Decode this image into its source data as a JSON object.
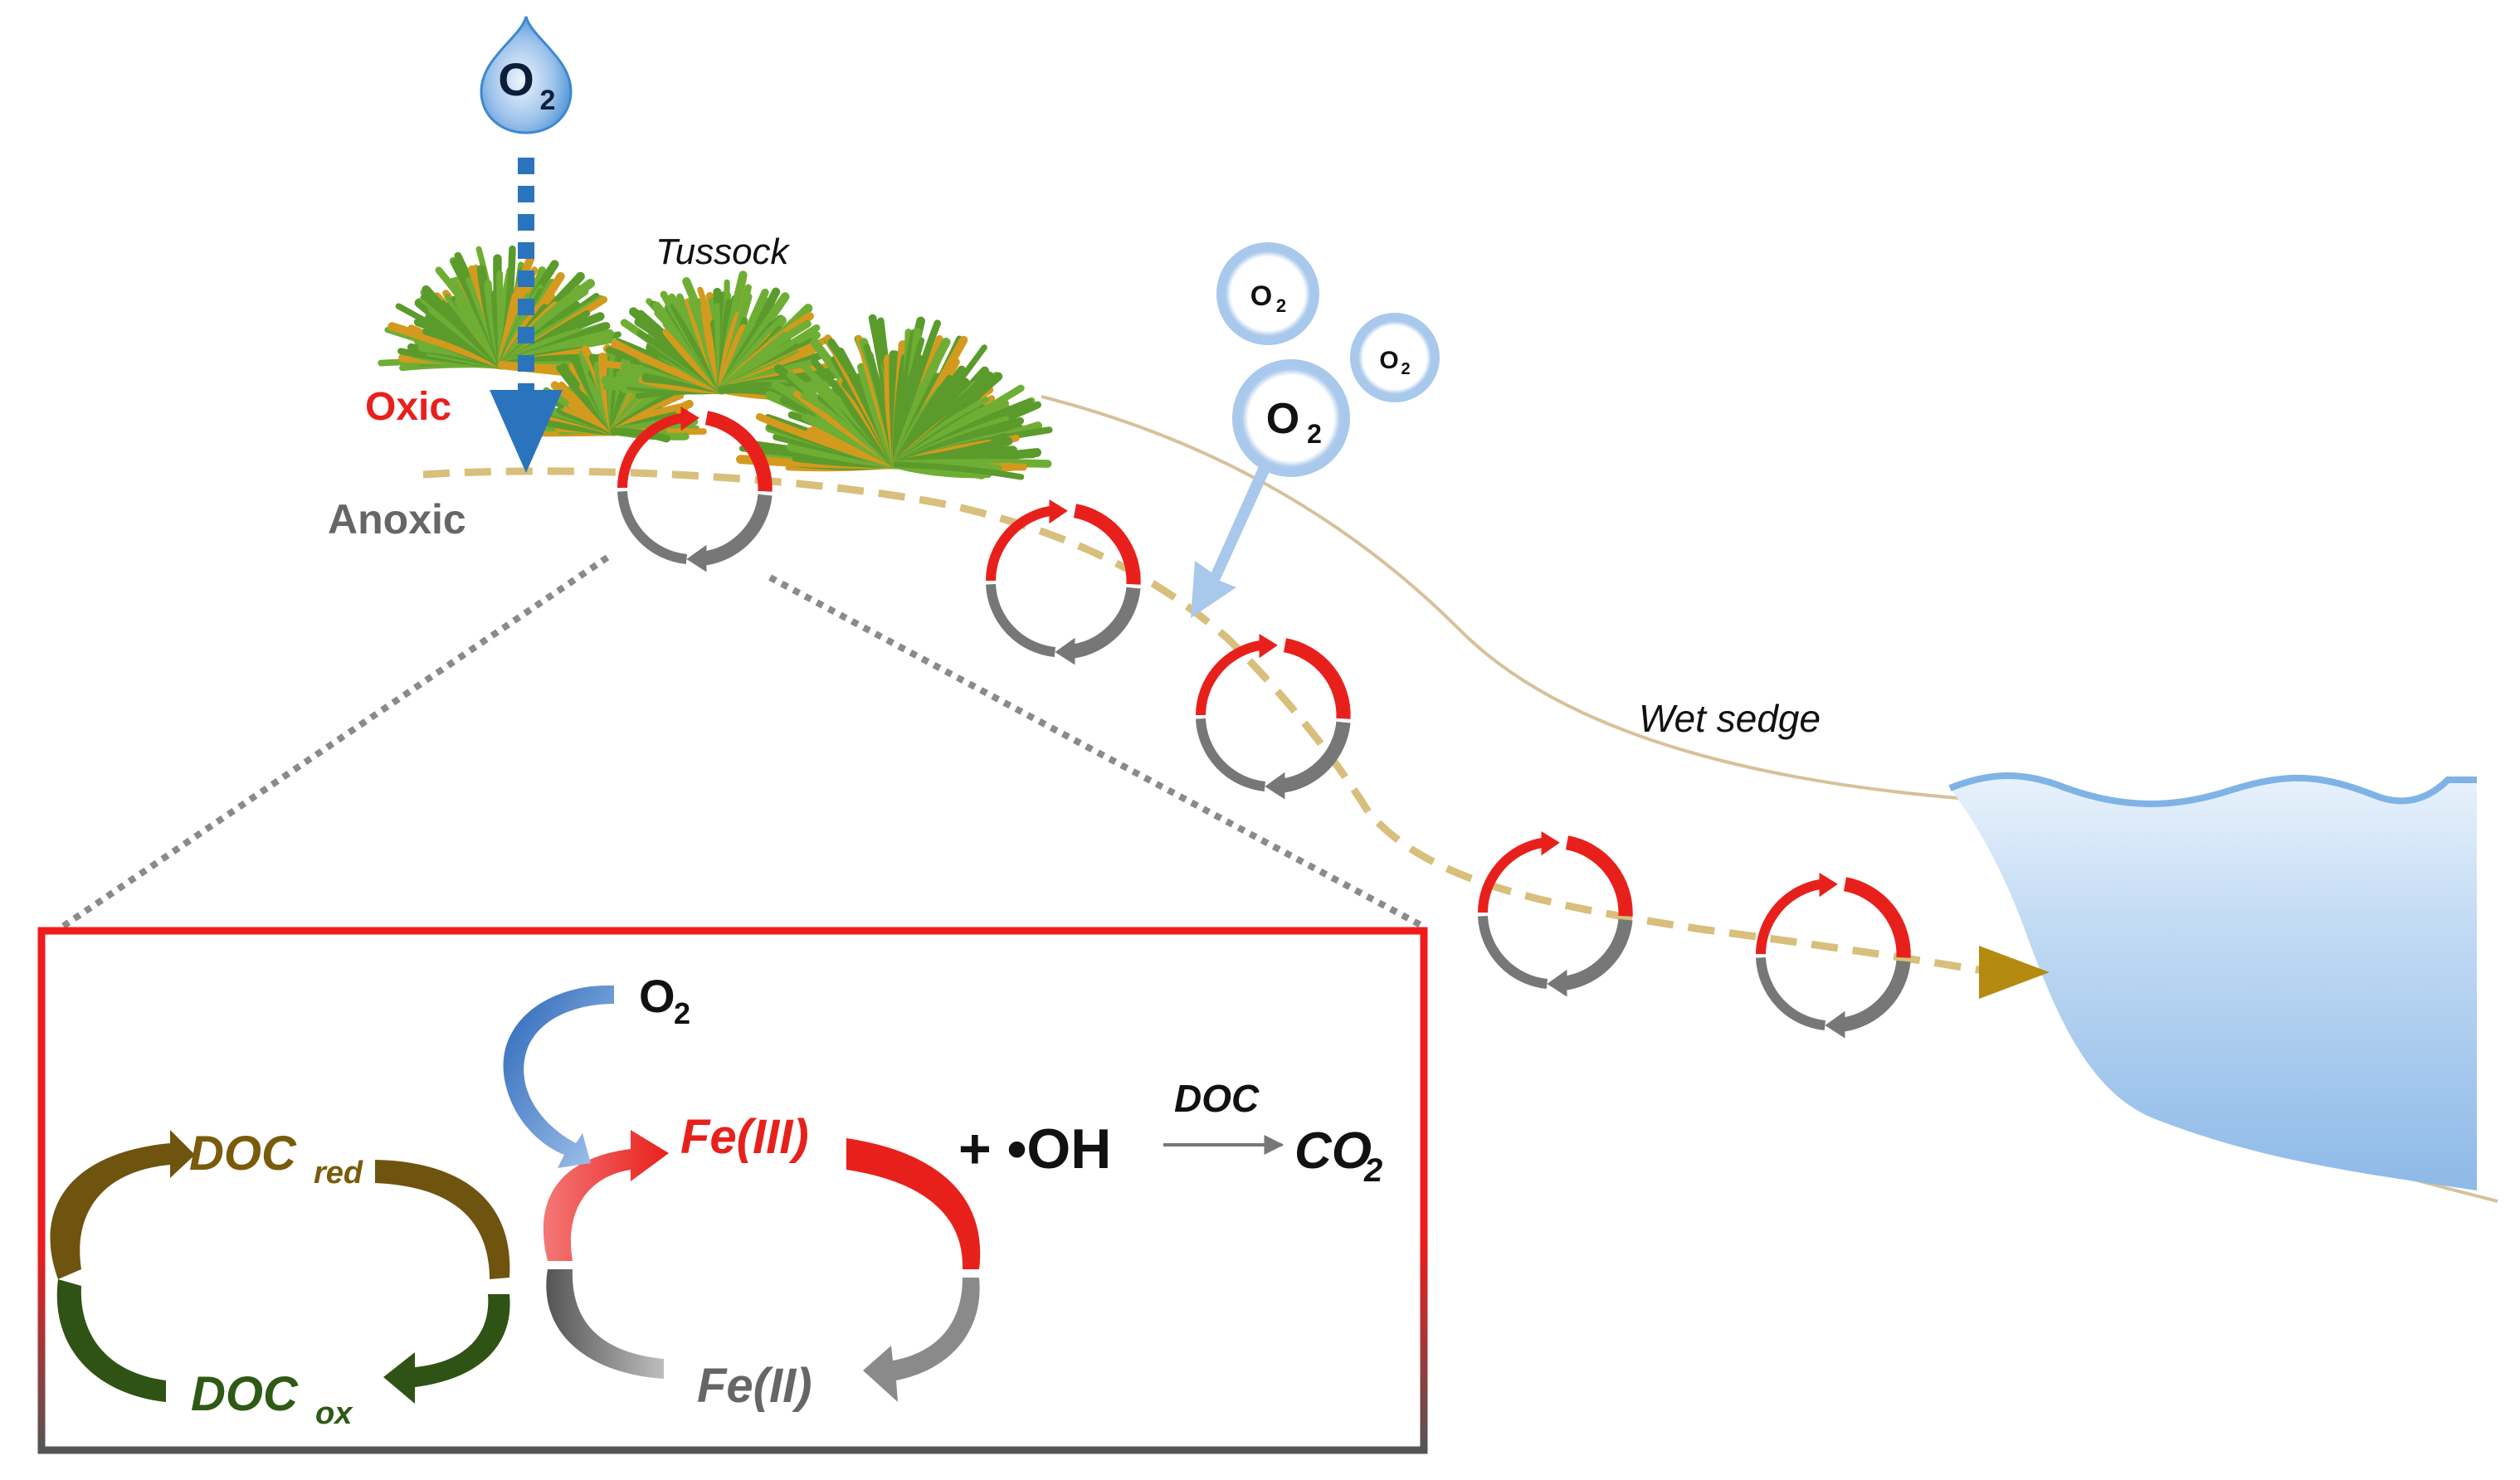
{
  "labels": {
    "oxygen": "O",
    "oxygen_sub": "2",
    "tussock": "Tussock",
    "wet_sedge": "Wet sedge",
    "oxic": "Oxic",
    "anoxic": "Anoxic"
  },
  "inset": {
    "o2": "O",
    "o2_sub": "2",
    "doc_red": "DOC",
    "doc_red_sub": "red",
    "doc_ox": "DOC",
    "doc_ox_sub": "ox",
    "fe3": "Fe(III)",
    "fe2": "Fe(II)",
    "plus_oh": "+ •OH",
    "doc_over_arrow": "DOC",
    "co2": "CO",
    "co2_sub": "2"
  },
  "colors": {
    "oxic_red": "#e8201c",
    "anoxic_gray": "#6b6b6b",
    "doc_brown": "#7a5b0c",
    "doc_green": "#2e5a14",
    "water": "#9cc3ea",
    "interface_dash": "#d8bf7c",
    "drop_blue": "#2a74bd",
    "bubble_blue": "#a8c8ec",
    "flow_arrow": "#b58a10"
  },
  "icons": [
    "water-drop-icon",
    "oxygen-bubble-icon",
    "tussock-grass-icon",
    "redox-cycle-icon",
    "flow-arrow-icon"
  ]
}
